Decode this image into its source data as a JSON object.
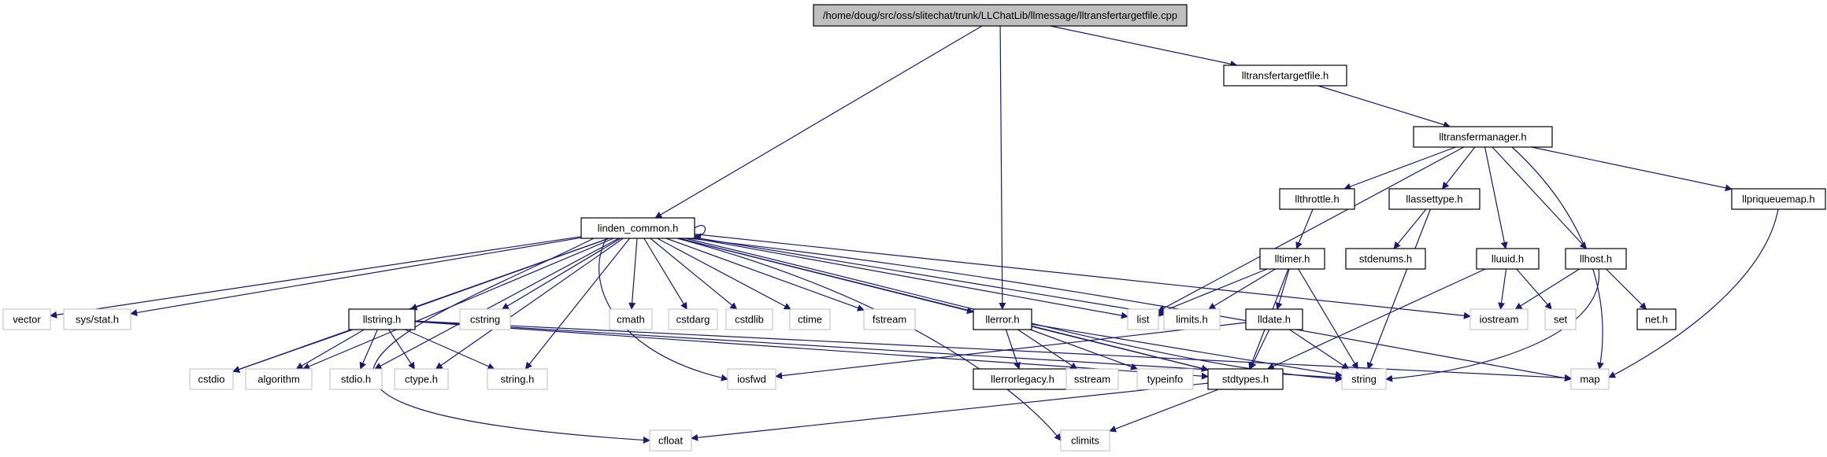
{
  "diagram": {
    "style": {
      "edge_color": "#191970",
      "root_fill": "#bfbfbf",
      "node_fill": "#ffffff",
      "node_border_strong": "#000000",
      "node_border_light": "#bfbfbf",
      "text_color": "#000000"
    },
    "nodes": [
      {
        "id": "root",
        "label": "/home/doug/src/oss/slitechat/trunk/LLChatLib/llmessage/lltransfertargetfile.cpp",
        "kind": "root"
      },
      {
        "id": "lltransfertargetfile_h",
        "label": "lltransfertargetfile.h",
        "kind": "documented"
      },
      {
        "id": "lltransfermanager_h",
        "label": "lltransfermanager.h",
        "kind": "documented"
      },
      {
        "id": "linden_common_h",
        "label": "linden_common.h",
        "kind": "documented"
      },
      {
        "id": "llthrottle_h",
        "label": "llthrottle.h",
        "kind": "documented"
      },
      {
        "id": "llassettype_h",
        "label": "llassettype.h",
        "kind": "documented"
      },
      {
        "id": "llpriqueuemap_h",
        "label": "llpriqueuemap.h",
        "kind": "documented"
      },
      {
        "id": "lltimer_h",
        "label": "lltimer.h",
        "kind": "documented"
      },
      {
        "id": "stdenums_h",
        "label": "stdenums.h",
        "kind": "documented"
      },
      {
        "id": "lluuid_h",
        "label": "lluuid.h",
        "kind": "documented"
      },
      {
        "id": "llhost_h",
        "label": "llhost.h",
        "kind": "documented"
      },
      {
        "id": "vector",
        "label": "vector",
        "kind": "external"
      },
      {
        "id": "sys_stat_h",
        "label": "sys/stat.h",
        "kind": "external"
      },
      {
        "id": "llstring_h",
        "label": "llstring.h",
        "kind": "documented"
      },
      {
        "id": "cstring",
        "label": "cstring",
        "kind": "external"
      },
      {
        "id": "cmath",
        "label": "cmath",
        "kind": "external"
      },
      {
        "id": "cstdarg",
        "label": "cstdarg",
        "kind": "external"
      },
      {
        "id": "cstdlib",
        "label": "cstdlib",
        "kind": "external"
      },
      {
        "id": "ctime",
        "label": "ctime",
        "kind": "external"
      },
      {
        "id": "fstream",
        "label": "fstream",
        "kind": "external"
      },
      {
        "id": "llerror_h",
        "label": "llerror.h",
        "kind": "documented"
      },
      {
        "id": "list",
        "label": "list",
        "kind": "external"
      },
      {
        "id": "limits_h",
        "label": "limits.h",
        "kind": "external"
      },
      {
        "id": "lldate_h",
        "label": "lldate.h",
        "kind": "documented"
      },
      {
        "id": "iostream",
        "label": "iostream",
        "kind": "external"
      },
      {
        "id": "set",
        "label": "set",
        "kind": "external"
      },
      {
        "id": "net_h",
        "label": "net.h",
        "kind": "documented"
      },
      {
        "id": "cstdio",
        "label": "cstdio",
        "kind": "external"
      },
      {
        "id": "algorithm",
        "label": "algorithm",
        "kind": "external"
      },
      {
        "id": "stdio_h",
        "label": "stdio.h",
        "kind": "external"
      },
      {
        "id": "ctype_h",
        "label": "ctype.h",
        "kind": "external"
      },
      {
        "id": "string_h",
        "label": "string.h",
        "kind": "external"
      },
      {
        "id": "iosfwd",
        "label": "iosfwd",
        "kind": "external"
      },
      {
        "id": "llerrorlegacy_h",
        "label": "llerrorlegacy.h",
        "kind": "documented"
      },
      {
        "id": "sstream",
        "label": "sstream",
        "kind": "external"
      },
      {
        "id": "typeinfo",
        "label": "typeinfo",
        "kind": "external"
      },
      {
        "id": "stdtypes_h",
        "label": "stdtypes.h",
        "kind": "documented"
      },
      {
        "id": "string",
        "label": "string",
        "kind": "external"
      },
      {
        "id": "map",
        "label": "map",
        "kind": "external"
      },
      {
        "id": "cfloat",
        "label": "cfloat",
        "kind": "external"
      },
      {
        "id": "climits",
        "label": "climits",
        "kind": "external"
      }
    ],
    "edges": [
      [
        "root",
        "linden_common_h"
      ],
      [
        "root",
        "llerror_h"
      ],
      [
        "root",
        "lltransfertargetfile_h"
      ],
      [
        "lltransfertargetfile_h",
        "lltransfermanager_h"
      ],
      [
        "lltransfermanager_h",
        "list"
      ],
      [
        "lltransfermanager_h",
        "llthrottle_h"
      ],
      [
        "lltransfermanager_h",
        "llassettype_h"
      ],
      [
        "lltransfermanager_h",
        "lluuid_h"
      ],
      [
        "lltransfermanager_h",
        "llhost_h"
      ],
      [
        "lltransfermanager_h",
        "map"
      ],
      [
        "lltransfermanager_h",
        "llpriqueuemap_h"
      ],
      [
        "llpriqueuemap_h",
        "map"
      ],
      [
        "llthrottle_h",
        "lltimer_h"
      ],
      [
        "lltimer_h",
        "list"
      ],
      [
        "lltimer_h",
        "limits_h"
      ],
      [
        "lltimer_h",
        "lldate_h"
      ],
      [
        "lltimer_h",
        "stdtypes_h"
      ],
      [
        "lltimer_h",
        "string"
      ],
      [
        "llassettype_h",
        "stdenums_h"
      ],
      [
        "llassettype_h",
        "string"
      ],
      [
        "lluuid_h",
        "iostream"
      ],
      [
        "lluuid_h",
        "set"
      ],
      [
        "lluuid_h",
        "stdtypes_h"
      ],
      [
        "llhost_h",
        "iostream"
      ],
      [
        "llhost_h",
        "net_h"
      ],
      [
        "llhost_h",
        "string"
      ],
      [
        "lldate_h",
        "iosfwd"
      ],
      [
        "lldate_h",
        "string"
      ],
      [
        "lldate_h",
        "stdtypes_h"
      ],
      [
        "linden_common_h",
        "linden_common_h"
      ],
      [
        "linden_common_h",
        "vector"
      ],
      [
        "linden_common_h",
        "sys_stat_h"
      ],
      [
        "linden_common_h",
        "llstring_h"
      ],
      [
        "linden_common_h",
        "cstring"
      ],
      [
        "linden_common_h",
        "cmath"
      ],
      [
        "linden_common_h",
        "cstdarg"
      ],
      [
        "linden_common_h",
        "cstdlib"
      ],
      [
        "linden_common_h",
        "ctime"
      ],
      [
        "linden_common_h",
        "fstream"
      ],
      [
        "linden_common_h",
        "llerror_h"
      ],
      [
        "linden_common_h",
        "list"
      ],
      [
        "linden_common_h",
        "limits_h"
      ],
      [
        "linden_common_h",
        "iostream"
      ],
      [
        "linden_common_h",
        "cstdio"
      ],
      [
        "linden_common_h",
        "algorithm"
      ],
      [
        "linden_common_h",
        "stdio_h"
      ],
      [
        "linden_common_h",
        "ctype_h"
      ],
      [
        "linden_common_h",
        "string_h"
      ],
      [
        "linden_common_h",
        "iosfwd"
      ],
      [
        "linden_common_h",
        "stdtypes_h"
      ],
      [
        "linden_common_h",
        "string"
      ],
      [
        "linden_common_h",
        "map"
      ],
      [
        "linden_common_h",
        "cfloat"
      ],
      [
        "linden_common_h",
        "climits"
      ],
      [
        "llstring_h",
        "cstdio"
      ],
      [
        "llstring_h",
        "algorithm"
      ],
      [
        "llstring_h",
        "stdio_h"
      ],
      [
        "llstring_h",
        "ctype_h"
      ],
      [
        "llstring_h",
        "string_h"
      ],
      [
        "llstring_h",
        "stdtypes_h"
      ],
      [
        "llstring_h",
        "string"
      ],
      [
        "llstring_h",
        "map"
      ],
      [
        "llerror_h",
        "llerrorlegacy_h"
      ],
      [
        "llerror_h",
        "sstream"
      ],
      [
        "llerror_h",
        "typeinfo"
      ],
      [
        "llerror_h",
        "stdtypes_h"
      ],
      [
        "llerror_h",
        "string"
      ],
      [
        "stdtypes_h",
        "cfloat"
      ],
      [
        "stdtypes_h",
        "climits"
      ]
    ]
  }
}
